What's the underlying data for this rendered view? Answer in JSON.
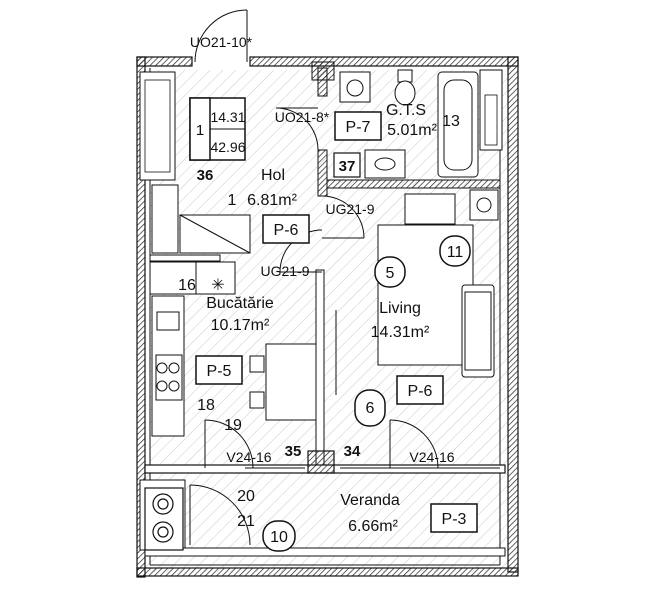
{
  "apartment": {
    "number": "1",
    "living_area": "14.31",
    "total_area": "42.96"
  },
  "rooms": [
    {
      "id": "hol",
      "name": "Hol",
      "area": "6.81m²",
      "panel": "P-6"
    },
    {
      "id": "gts",
      "name": "G.T.S",
      "area": "5.01m²",
      "panel": "P-7"
    },
    {
      "id": "bucatarie",
      "name": "Bucătărie",
      "area": "10.17m²",
      "panel": "P-5"
    },
    {
      "id": "living",
      "name": "Living",
      "area": "14.31m²",
      "panel": "P-6"
    },
    {
      "id": "veranda",
      "name": "Veranda",
      "area": "6.66m²",
      "panel": "P-3"
    }
  ],
  "doors": {
    "entry": "UO21-10*",
    "bath": "UO21-8*",
    "living_top": "UG21-9",
    "living_mid": "UG21-9"
  },
  "windows": {
    "left": "V24-16",
    "right": "V24-16"
  },
  "circle_markers": [
    "5",
    "11",
    "6",
    "10"
  ],
  "wall_numbers": {
    "w36": "36",
    "w37": "37",
    "w35": "35",
    "w34": "34",
    "n13": "13",
    "n16": "16",
    "n18": "18",
    "n19": "19",
    "n20": "20",
    "n21": "21",
    "n1": "1"
  }
}
